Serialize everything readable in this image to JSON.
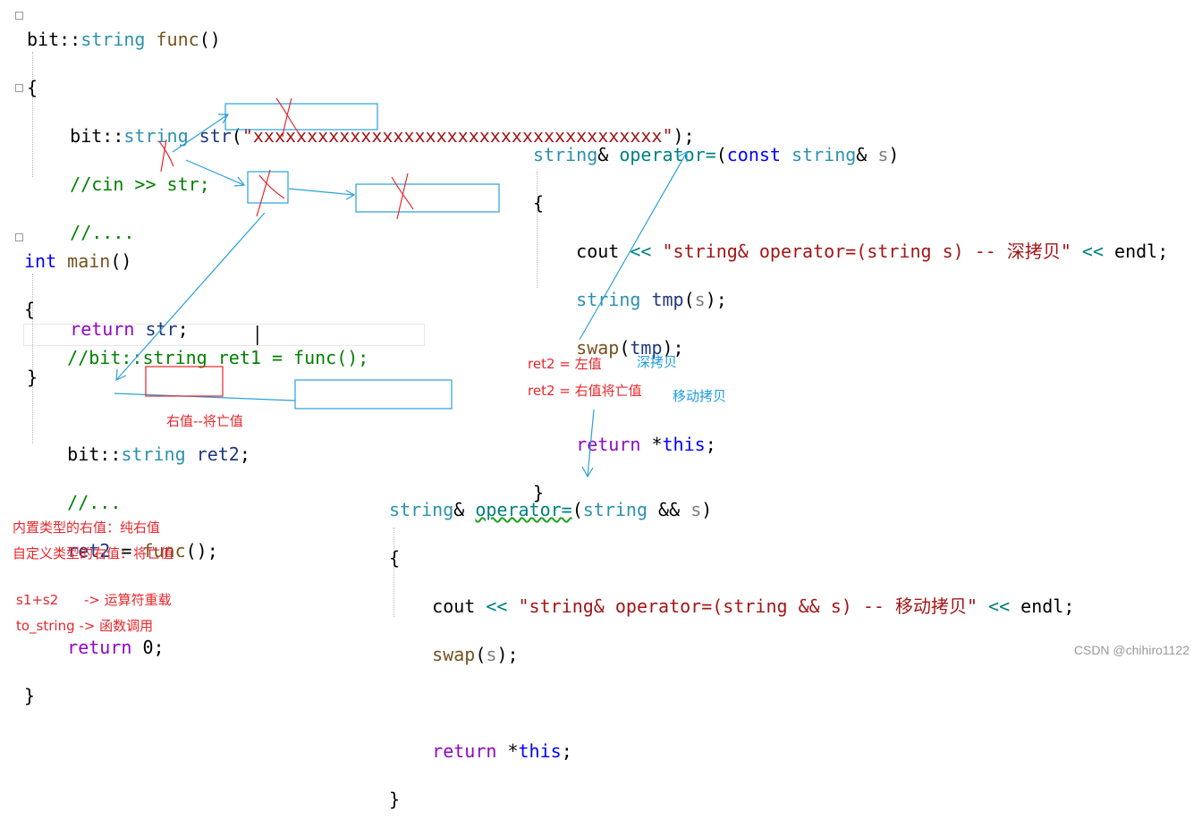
{
  "func_block": {
    "l1": [
      "bit::",
      "string",
      " ",
      "func",
      "()"
    ],
    "l2": "{",
    "l3": [
      "    bit::",
      "string",
      " ",
      "str",
      "(",
      "\"xxxxxxxxxxxxxxxxxxxxxxxxxxxxxxxxxxxxxx\"",
      ");"
    ],
    "l4": "    //cin >> str;",
    "l5": "    //....",
    "l7": [
      "    ",
      "return",
      " ",
      "str",
      ";"
    ],
    "l8": "}"
  },
  "main_block": {
    "l1": [
      "int",
      " ",
      "main",
      "()"
    ],
    "l2": "{",
    "l3": "    //bit::string ret1 = func();",
    "l5": [
      "    bit::",
      "string",
      " ",
      "ret2",
      ";"
    ],
    "l6": "    //...",
    "l7": [
      "    ",
      "ret2",
      " = ",
      "func",
      "();"
    ],
    "l9": [
      "    ",
      "return",
      " 0;"
    ],
    "l10": "}"
  },
  "copy_assign": {
    "l1": [
      "string",
      "& ",
      "operator=",
      "(",
      "const",
      " ",
      "string",
      "& ",
      "s",
      ")"
    ],
    "l2": "{",
    "l3": [
      "    cout ",
      "<<",
      " ",
      "\"string& operator=(string s) -- 深拷贝\"",
      " ",
      "<<",
      " endl;"
    ],
    "l4": [
      "    ",
      "string",
      " ",
      "tmp",
      "(",
      "s",
      ");"
    ],
    "l5": [
      "    ",
      "swap",
      "(",
      "tmp",
      ");"
    ],
    "l7": [
      "    ",
      "return",
      " *",
      "this",
      ";"
    ],
    "l8": "}"
  },
  "move_assign": {
    "l1": [
      "string",
      "& ",
      "operator=",
      "(",
      "string",
      " && ",
      "s",
      ")"
    ],
    "l2": "{",
    "l3": [
      "    cout ",
      "<<",
      " ",
      "\"string& operator=(string && s) -- 移动拷贝\"",
      " ",
      "<<",
      " endl;"
    ],
    "l4": [
      "    ",
      "swap",
      "(",
      "s",
      ");"
    ],
    "l6": [
      "    ",
      "return",
      " *",
      "this",
      ";"
    ],
    "l7": "}"
  },
  "annotations": {
    "rvalue_expiring": "右值--将亡值",
    "ret2_lvalue": "ret2 = 左值",
    "ret2_xvalue": "ret2 = 右值将亡值",
    "deep_copy": "深拷贝",
    "move_copy": "移动拷贝",
    "builtin_rvalue": "内置类型的右值：纯右值",
    "custom_rvalue": "自定义类型的右值：将亡值",
    "s1s2": "s1+s2      -> 运算符重载",
    "to_string": "to_string -> 函数调用"
  },
  "watermark": "CSDN @chihiro1122",
  "colors": {
    "keyword_blue": "#0000ff",
    "keyword_purple": "#8f08c4",
    "type_teal": "#2b91af",
    "comment_green": "#008000",
    "string_red": "#a31515",
    "annotation_red": "#e8262b",
    "annotation_blue": "#1b9be0"
  }
}
